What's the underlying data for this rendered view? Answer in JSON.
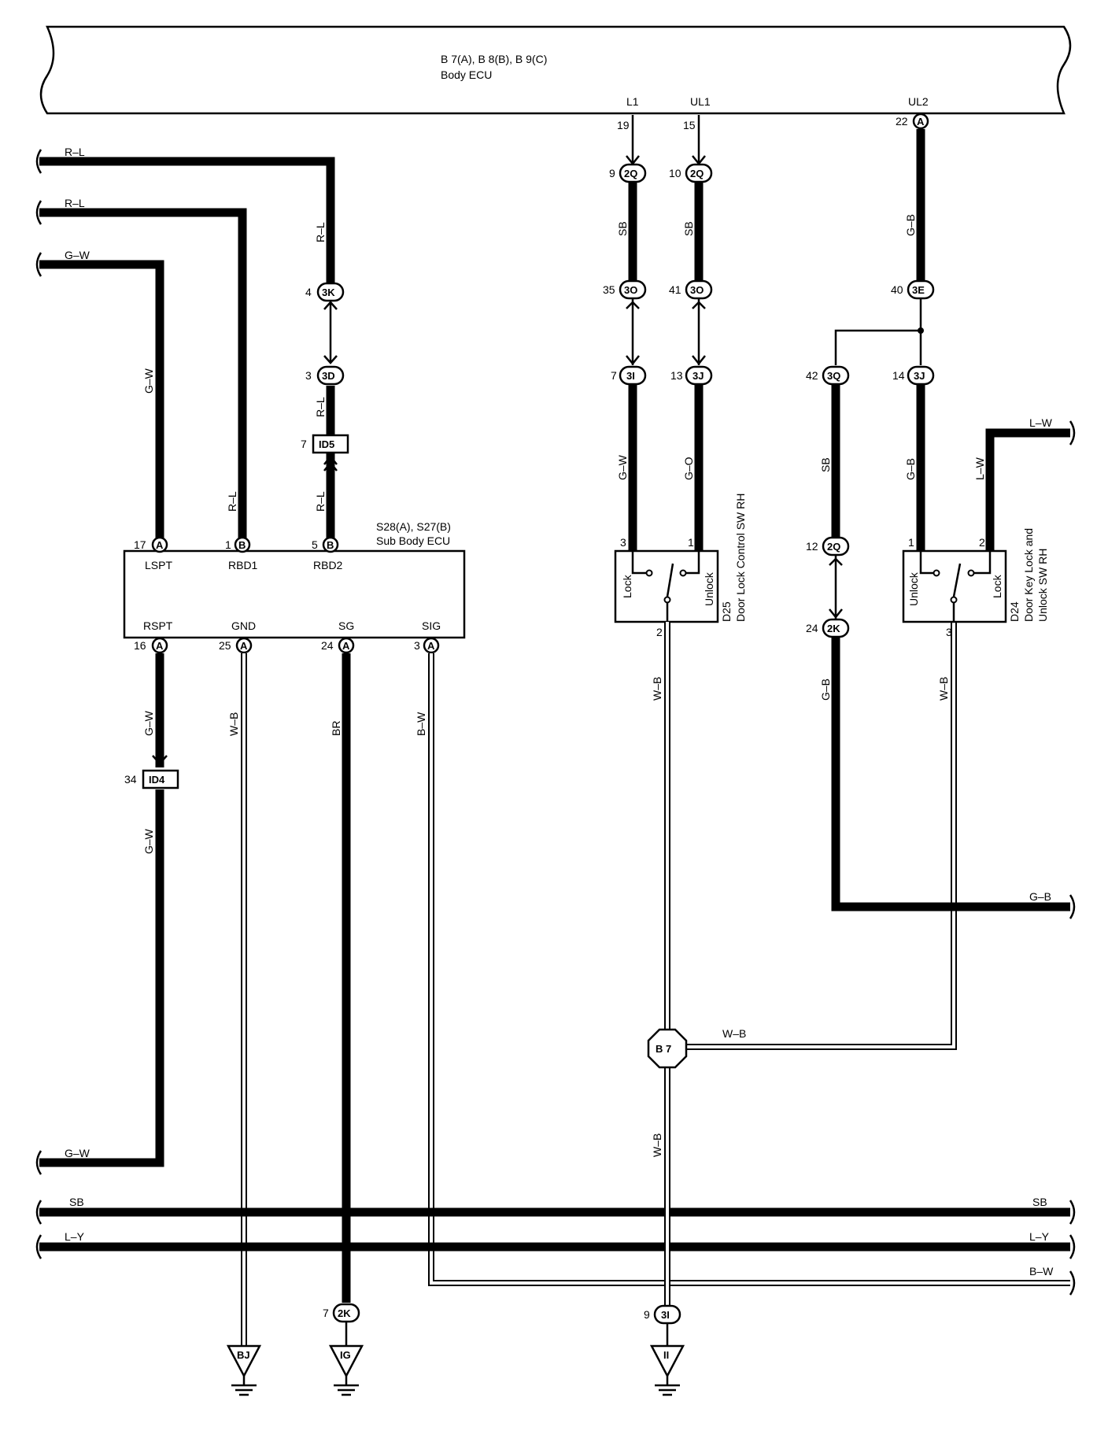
{
  "body_ecu": {
    "connectors": "B 7(A), B 8(B), B 9(C)",
    "name": "Body ECU",
    "pins": [
      {
        "label": "L1",
        "pin": "19"
      },
      {
        "label": "UL1",
        "pin": "15"
      },
      {
        "label": "UL2",
        "pin": "22",
        "connector": "A"
      }
    ]
  },
  "sub_body_ecu": {
    "connectors": "S28(A), S27(B)",
    "name": "Sub Body ECU",
    "top_pins": [
      {
        "label": "LSPT",
        "pin": "17",
        "connector": "A"
      },
      {
        "label": "RBD1",
        "pin": "1",
        "connector": "B"
      },
      {
        "label": "RBD2",
        "pin": "5",
        "connector": "B"
      }
    ],
    "bottom_pins": [
      {
        "label": "RSPT",
        "pin": "16",
        "connector": "A"
      },
      {
        "label": "GND",
        "pin": "25",
        "connector": "A"
      },
      {
        "label": "SG",
        "pin": "24",
        "connector": "A"
      },
      {
        "label": "SIG",
        "pin": "3",
        "connector": "A"
      }
    ]
  },
  "d25": {
    "id": "D25",
    "name": "Door Lock Control SW RH",
    "lock": "Lock",
    "unlock": "Unlock",
    "pin_lock": "3",
    "pin_unlock": "1",
    "pin_common": "2"
  },
  "d24": {
    "id": "D24",
    "name_line1": "Door Key Lock and",
    "name_line2": "Unlock SW RH",
    "unlock": "Unlock",
    "lock": "Lock",
    "pin_unlock": "1",
    "pin_lock": "2",
    "pin_common": "3"
  },
  "wire_colors": {
    "rl": "R–L",
    "gw": "G–W",
    "sb": "SB",
    "gb": "G–B",
    "go": "G–O",
    "lw": "L–W",
    "wb": "W–B",
    "br": "BR",
    "bw": "B–W",
    "ly": "L–Y"
  },
  "junctions": {
    "j2q_9": {
      "pin": "9",
      "code": "2Q"
    },
    "j2q_10": {
      "pin": "10",
      "code": "2Q"
    },
    "j3o_35": {
      "pin": "35",
      "code": "3O"
    },
    "j3o_41": {
      "pin": "41",
      "code": "3O"
    },
    "j3i_7": {
      "pin": "7",
      "code": "3I"
    },
    "j3j_13": {
      "pin": "13",
      "code": "3J"
    },
    "j3e_40": {
      "pin": "40",
      "code": "3E"
    },
    "j3q_42": {
      "pin": "42",
      "code": "3Q"
    },
    "j3j_14": {
      "pin": "14",
      "code": "3J"
    },
    "j2q_12": {
      "pin": "12",
      "code": "2Q"
    },
    "j2k_24": {
      "pin": "24",
      "code": "2K"
    },
    "j3k_4": {
      "pin": "4",
      "code": "3K"
    },
    "j3d_3": {
      "pin": "3",
      "code": "3D"
    },
    "id5": {
      "pin": "7",
      "code": "ID5"
    },
    "id4": {
      "pin": "34",
      "code": "ID4"
    },
    "j2k_7": {
      "pin": "7",
      "code": "2K"
    },
    "j3i_9": {
      "pin": "9",
      "code": "3I"
    }
  },
  "splice": "B 7",
  "grounds": [
    "BJ",
    "IG",
    "II"
  ]
}
